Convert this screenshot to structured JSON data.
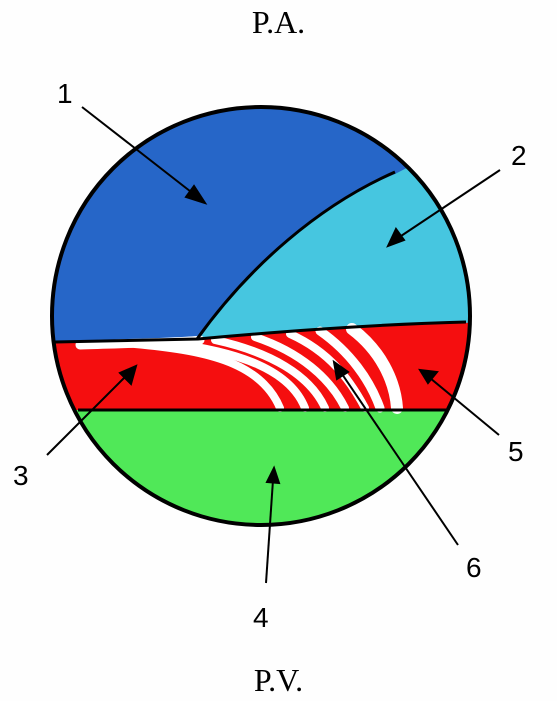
{
  "headings": {
    "top": "P.A.",
    "bottom": "P.V."
  },
  "callouts": [
    {
      "id": "1",
      "text": "1"
    },
    {
      "id": "2",
      "text": "2"
    },
    {
      "id": "3",
      "text": "3"
    },
    {
      "id": "4",
      "text": "4"
    },
    {
      "id": "5",
      "text": "5"
    },
    {
      "id": "6",
      "text": "6"
    }
  ],
  "colors": {
    "region_1": "#2666c8",
    "region_2": "#46c6e0",
    "region_3_5": "#f50e0f",
    "region_4": "#50e858",
    "region_6_stripes": "#ffffff",
    "outline": "#000000"
  }
}
